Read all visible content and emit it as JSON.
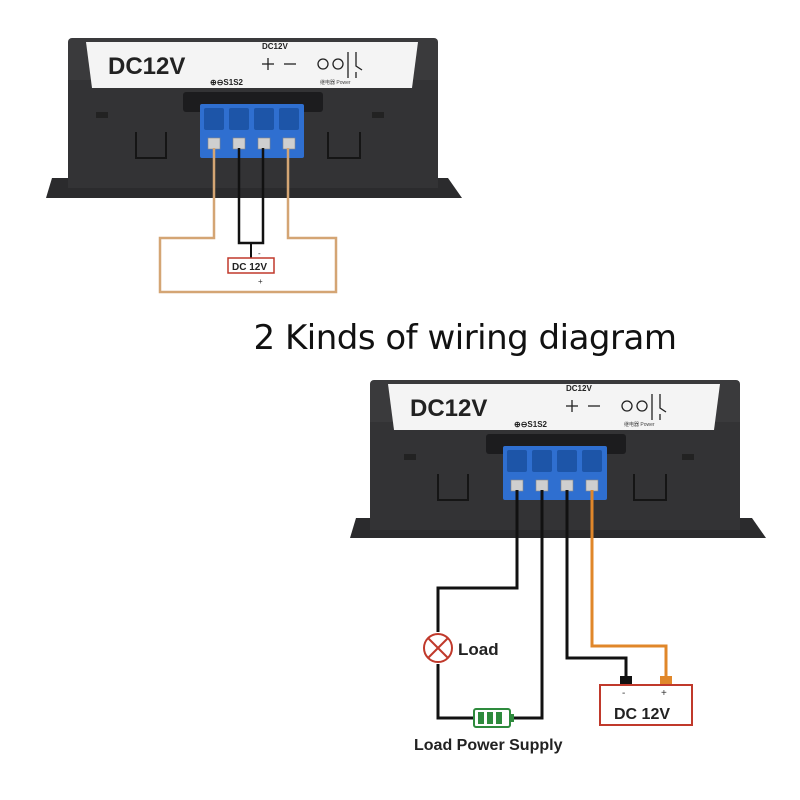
{
  "heading": "2 Kinds of wiring diagram",
  "module_label": "DC12V",
  "module_small_label": "DC12V",
  "terminal_marks": "⊕⊖S1S2",
  "relay_caption": "继电器 Power",
  "diagram1": {
    "source_label": "DC 12V",
    "source_minus": "-",
    "source_plus": "+"
  },
  "diagram2": {
    "load_label": "Load",
    "supply_label": "Load Power Supply",
    "source_label": "DC 12V",
    "source_minus": "-",
    "source_plus": "+"
  },
  "colors": {
    "housing": "#3a3a3c",
    "label_face": "#f4f4f4",
    "terminal_block": "#2f6fd0",
    "wire_black": "#111111",
    "wire_orange": "#e0872a",
    "wire_tan": "#d4a574",
    "source_box": "#c0392b",
    "battery": "#2e8b3d"
  }
}
